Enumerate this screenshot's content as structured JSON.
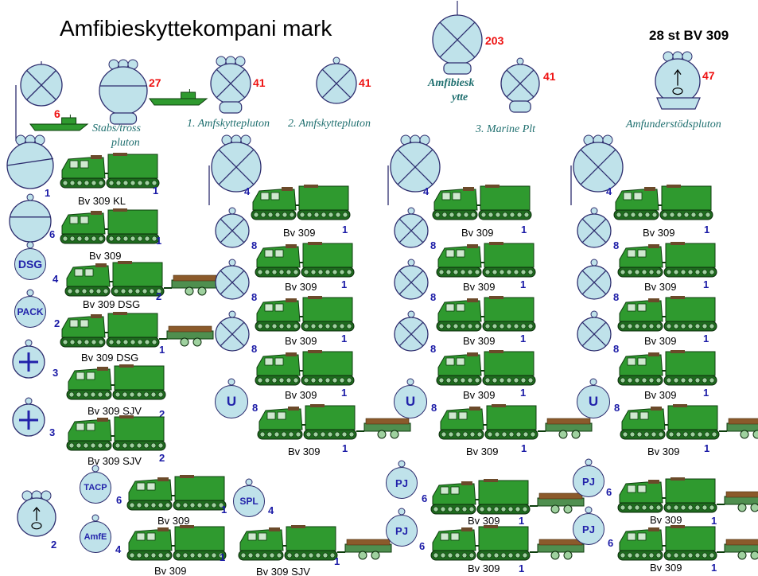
{
  "header": {
    "title": "Amfibieskyttekompani mark",
    "vehicle_count": "28 st BV 309"
  },
  "personnel_counts": {
    "company_cmd": "6",
    "stabs": "27",
    "plt1": "41",
    "plt2": "41",
    "amfibieskytte": "203",
    "plt3": "41",
    "support": "47"
  },
  "unit_labels": {
    "stabs_line1": "Stabs/tross",
    "stabs_line2": "pluton",
    "plt1": "1. Amfskyttepluton",
    "plt2": "2. Amfskyttepluton",
    "amfibieskytte_line1": "Amfibiesk",
    "amfibieskytte_line2": "ytte",
    "plt3": "3. Marine Plt",
    "support": "Amfunderstödspluton"
  },
  "left_column": {
    "abbr": [
      "DSG",
      "PACK"
    ],
    "counts": [
      "1",
      "6",
      "4",
      "2",
      "3",
      "3",
      "2"
    ],
    "vehicle_labels": [
      "Bv 309 KL",
      "Bv 309",
      "Bv 309 DSG",
      "Bv 309 DSG",
      "Bv 309 SJV",
      "Bv 309 SJV"
    ],
    "vehicle_counts": [
      "1",
      "1",
      "2",
      "1",
      "2",
      "2"
    ]
  },
  "platoon_column": {
    "group_count": "4",
    "section_counts": [
      "8",
      "8",
      "8",
      "8"
    ],
    "u_label": "U",
    "vehicle_label": "Bv 309",
    "vehicle_count": "1"
  },
  "bottom_row": {
    "tacp": "TACP",
    "amfe": "AmfE",
    "spl": "SPL",
    "pj": "PJ",
    "counts": {
      "support": "2",
      "tacp": "6",
      "amfe": "4",
      "spl": "4",
      "pj": "6"
    },
    "vehicle_labels": [
      "Bv 309",
      "Bv 309",
      "Bv 309 SJV",
      "Bv 309",
      "Bv 309"
    ],
    "vehicle_counts": [
      "1",
      "1",
      "1",
      "1",
      "1",
      "1",
      "1"
    ]
  },
  "colors": {
    "symbol_fill": "#bfe2ea",
    "symbol_stroke": "#2d2d6e",
    "vehicle_green": "#2f9a2f",
    "count_red": "#ee1111",
    "count_blue": "#1a1aa6",
    "label_teal": "#1f6f6f"
  }
}
